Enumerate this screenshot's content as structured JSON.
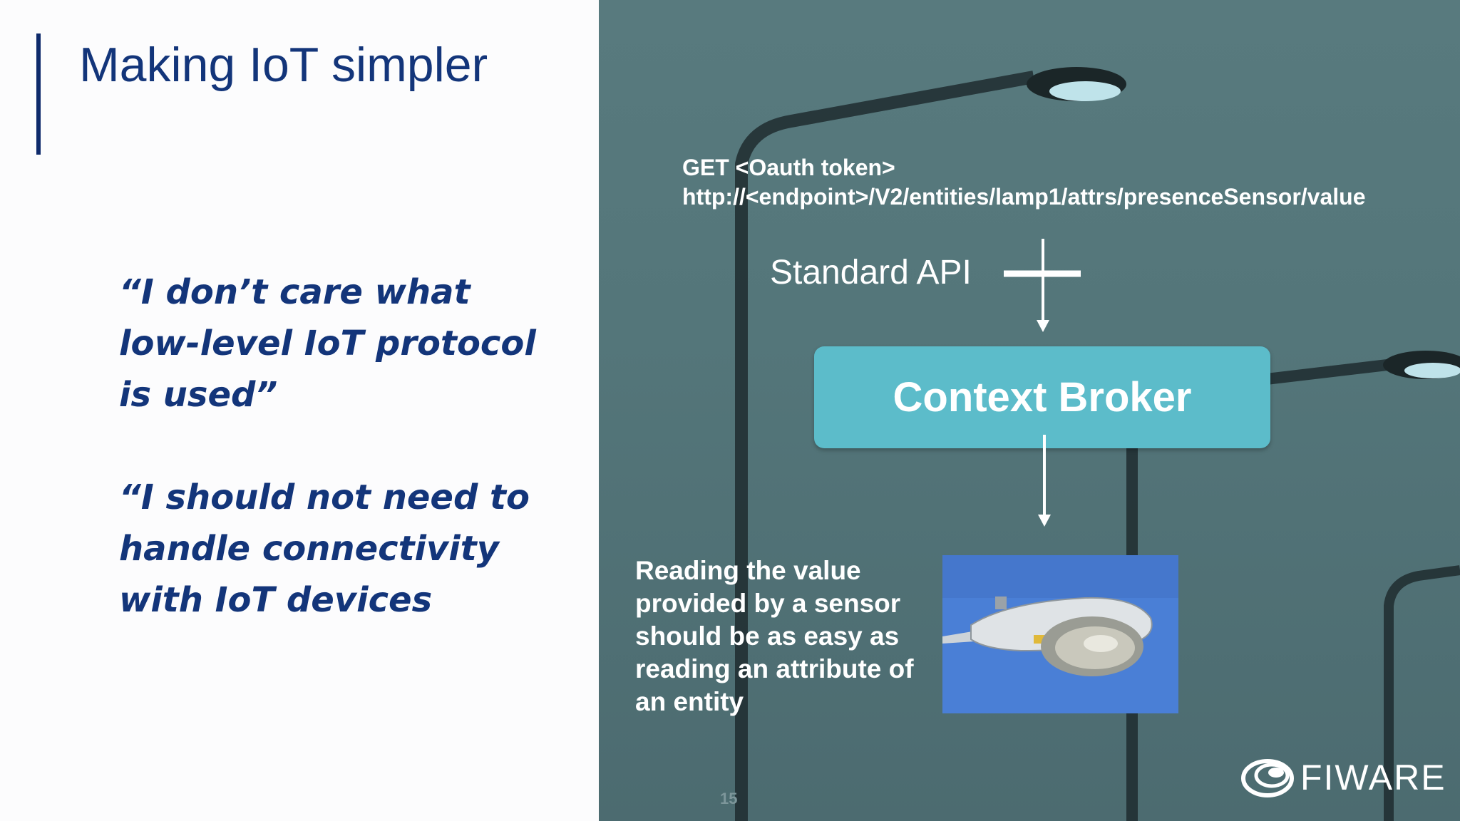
{
  "slide": {
    "title": "Making IoT simpler",
    "quote1": "“I don’t care what low-level IoT protocol is used”",
    "quote2": "“I should not need to handle connectivity with IoT devices",
    "page_number": "15"
  },
  "diagram": {
    "request_line1": "GET <Oauth token>",
    "request_line2": "http://<endpoint>/V2/entities/lamp1/attrs/presenceSensor/value",
    "api_label": "Standard API",
    "broker_label": "Context Broker",
    "reading_text": "Reading the value provided by a sensor should be as easy as reading an attribute of an entity"
  },
  "logo": {
    "text": "FIWARE"
  },
  "colors": {
    "title_blue": "#13357a",
    "broker_teal": "#5cbcca",
    "background_teal": "#54767a",
    "sky_blue": "#4a7fd6"
  }
}
